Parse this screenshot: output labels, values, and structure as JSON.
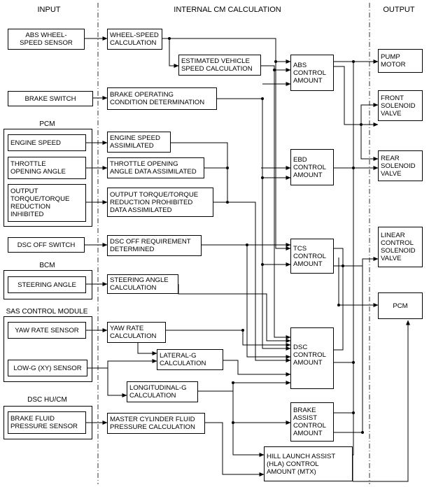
{
  "headers": {
    "input": "INPUT",
    "calc": "INTERNAL CM CALCULATION",
    "output": "OUTPUT"
  },
  "groups": {
    "pcm": "PCM",
    "bcm": "BCM",
    "sas": "SAS CONTROL MODULE",
    "hu": "DSC HU/CM"
  },
  "inputs": {
    "abs_wheel": "ABS WHEEL-\nSPEED SENSOR",
    "brake_switch": "BRAKE SWITCH",
    "engine_speed": "ENGINE SPEED",
    "throttle": "THROTTLE\nOPENING ANGLE",
    "torque": "OUTPUT\nTORQUE/TORQUE\nREDUCTION\nINHIBITED",
    "dsc_off": "DSC OFF SWITCH",
    "steering": "STEERING ANGLE",
    "yaw": "YAW RATE SENSOR",
    "lowg": "LOW-G (XY) SENSOR",
    "fluid": "BRAKE FLUID\nPRESSURE SENSOR"
  },
  "calcs": {
    "wheel_speed": "WHEEL-SPEED\nCALCULATION",
    "est_vehicle": "ESTIMATED VEHICLE\nSPEED CALCULATION",
    "brake_op": "BRAKE OPERATING\nCONDITION DETERMINATION",
    "eng_assim": "ENGINE SPEED\nASSIMILATED",
    "thr_assim": "THROTTLE OPENING\nANGLE DATA ASSIMILATED",
    "torque_assim": "OUTPUT TORQUE/TORQUE\nREDUCTION PROHIBITED\nDATA ASSIMILATED",
    "dsc_req": "DSC OFF REQUIREMENT\nDETERMINED",
    "steer_calc": "STEERING ANGLE\nCALCULATION",
    "yaw_calc": "YAW RATE\nCALCULATION",
    "latg": "LATERAL-G\nCALCULATION",
    "longg": "LONGITUDINAL-G\nCALCULATION",
    "master_cyl": "MASTER CYLINDER FLUID\nPRESSURE CALCULATION"
  },
  "controls": {
    "abs": "ABS\nCONTROL\nAMOUNT",
    "ebd": "EBD\nCONTROL\nAMOUNT",
    "tcs": "TCS\nCONTROL\nAMOUNT",
    "dsc": "DSC\nCONTROL\nAMOUNT",
    "ba": "BRAKE\nASSIST\nCONTROL\nAMOUNT",
    "hla": "HILL LAUNCH ASSIST\n(HLA) CONTROL\nAMOUNT (MTX)"
  },
  "outputs": {
    "pump": "PUMP\nMOTOR",
    "front_sol": "FRONT\nSOLENOID\nVALVE",
    "rear_sol": "REAR\nSOLENOID\nVALVE",
    "linear_sol": "LINEAR\nCONTROL\nSOLENOID\nVALVE",
    "pcm_out": "PCM"
  }
}
